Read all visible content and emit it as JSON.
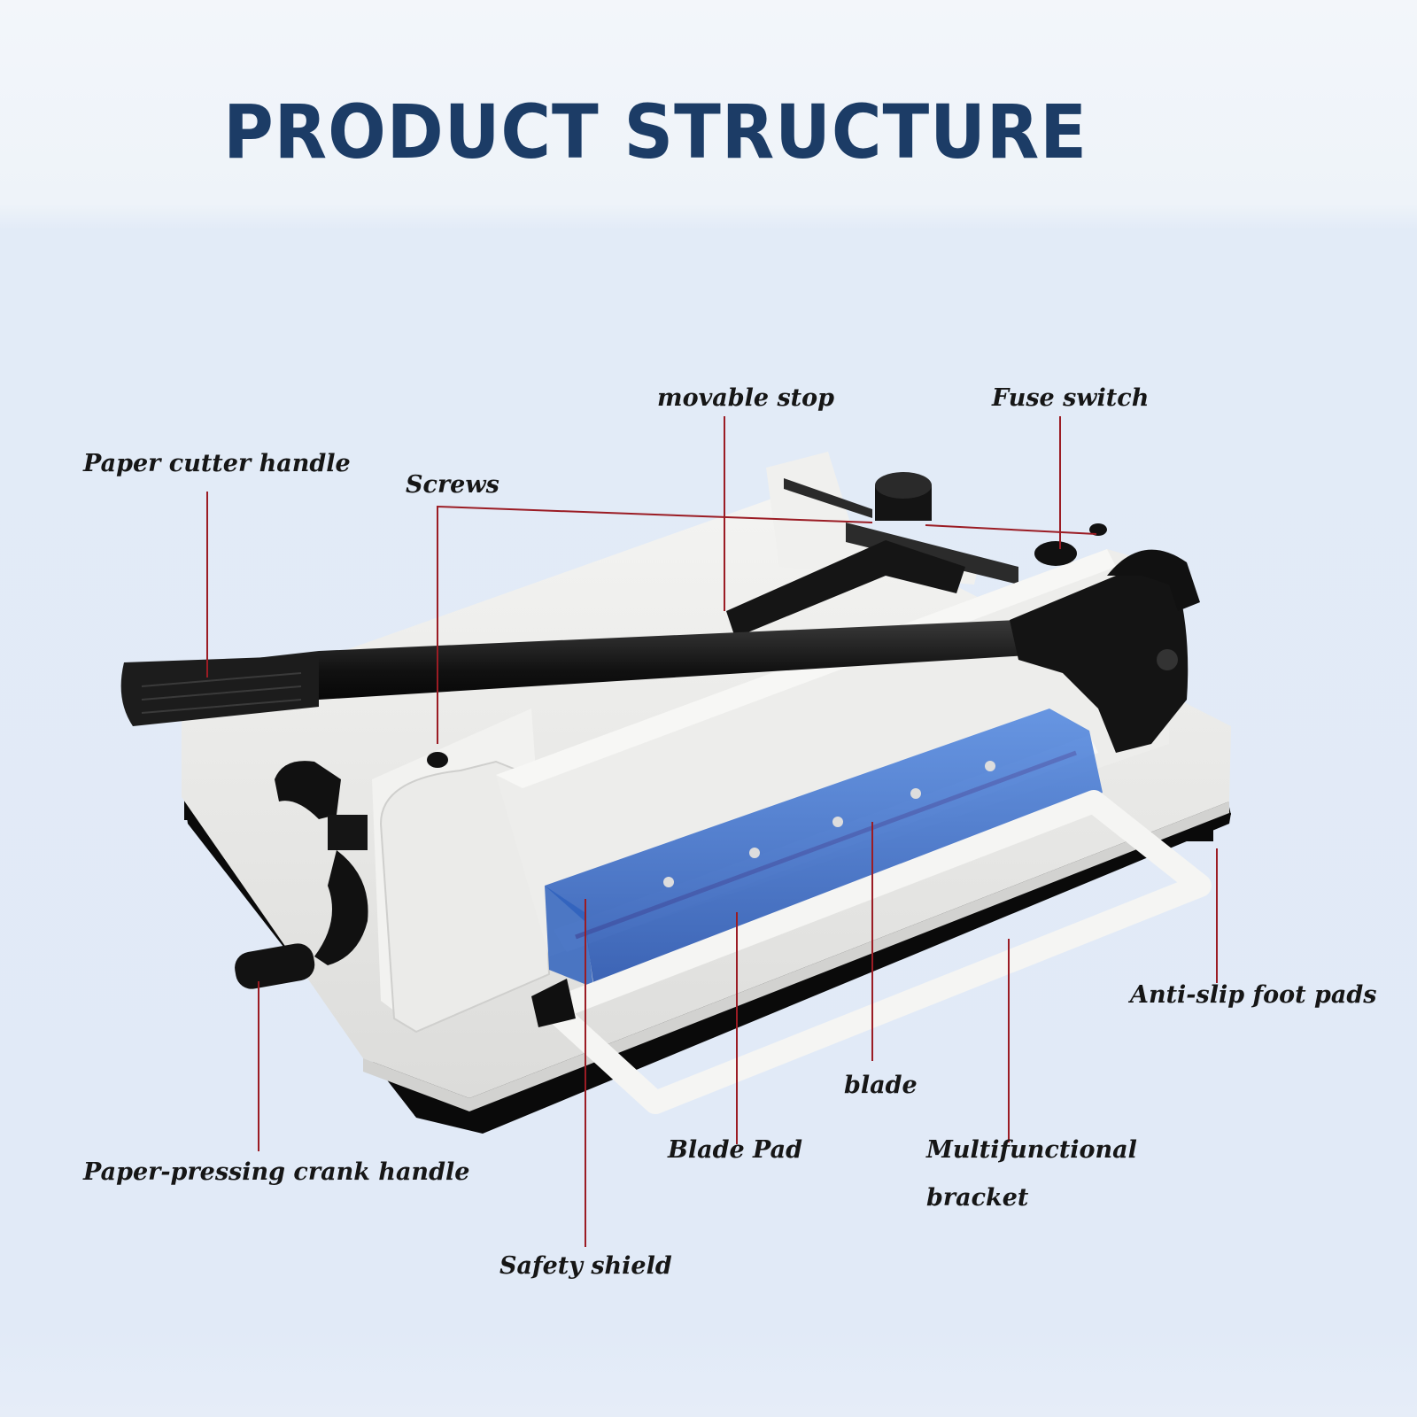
{
  "title": "PRODUCT STRUCTURE",
  "colors": {
    "title": "#1c3c66",
    "leader_line": "#9b1c24",
    "label_text": "#161616",
    "body_white": "#eeeeec",
    "handle_black": "#1a1a1a",
    "shield_blue": "#3a6fc8",
    "blade_red": "#c0202a"
  },
  "labels": {
    "movable_stop": "movable stop",
    "fuse_switch": "Fuse switch",
    "paper_cutter_handle": "Paper cutter handle",
    "screws": "Screws",
    "anti_slip_foot_pads": "Anti-slip foot pads",
    "blade": "blade",
    "blade_pad": "Blade Pad",
    "multifunctional_bracket_line1": "Multifunctional",
    "multifunctional_bracket_line2": "bracket",
    "paper_pressing_crank_handle": "Paper-pressing crank handle",
    "safety_shield": "Safety shield"
  }
}
